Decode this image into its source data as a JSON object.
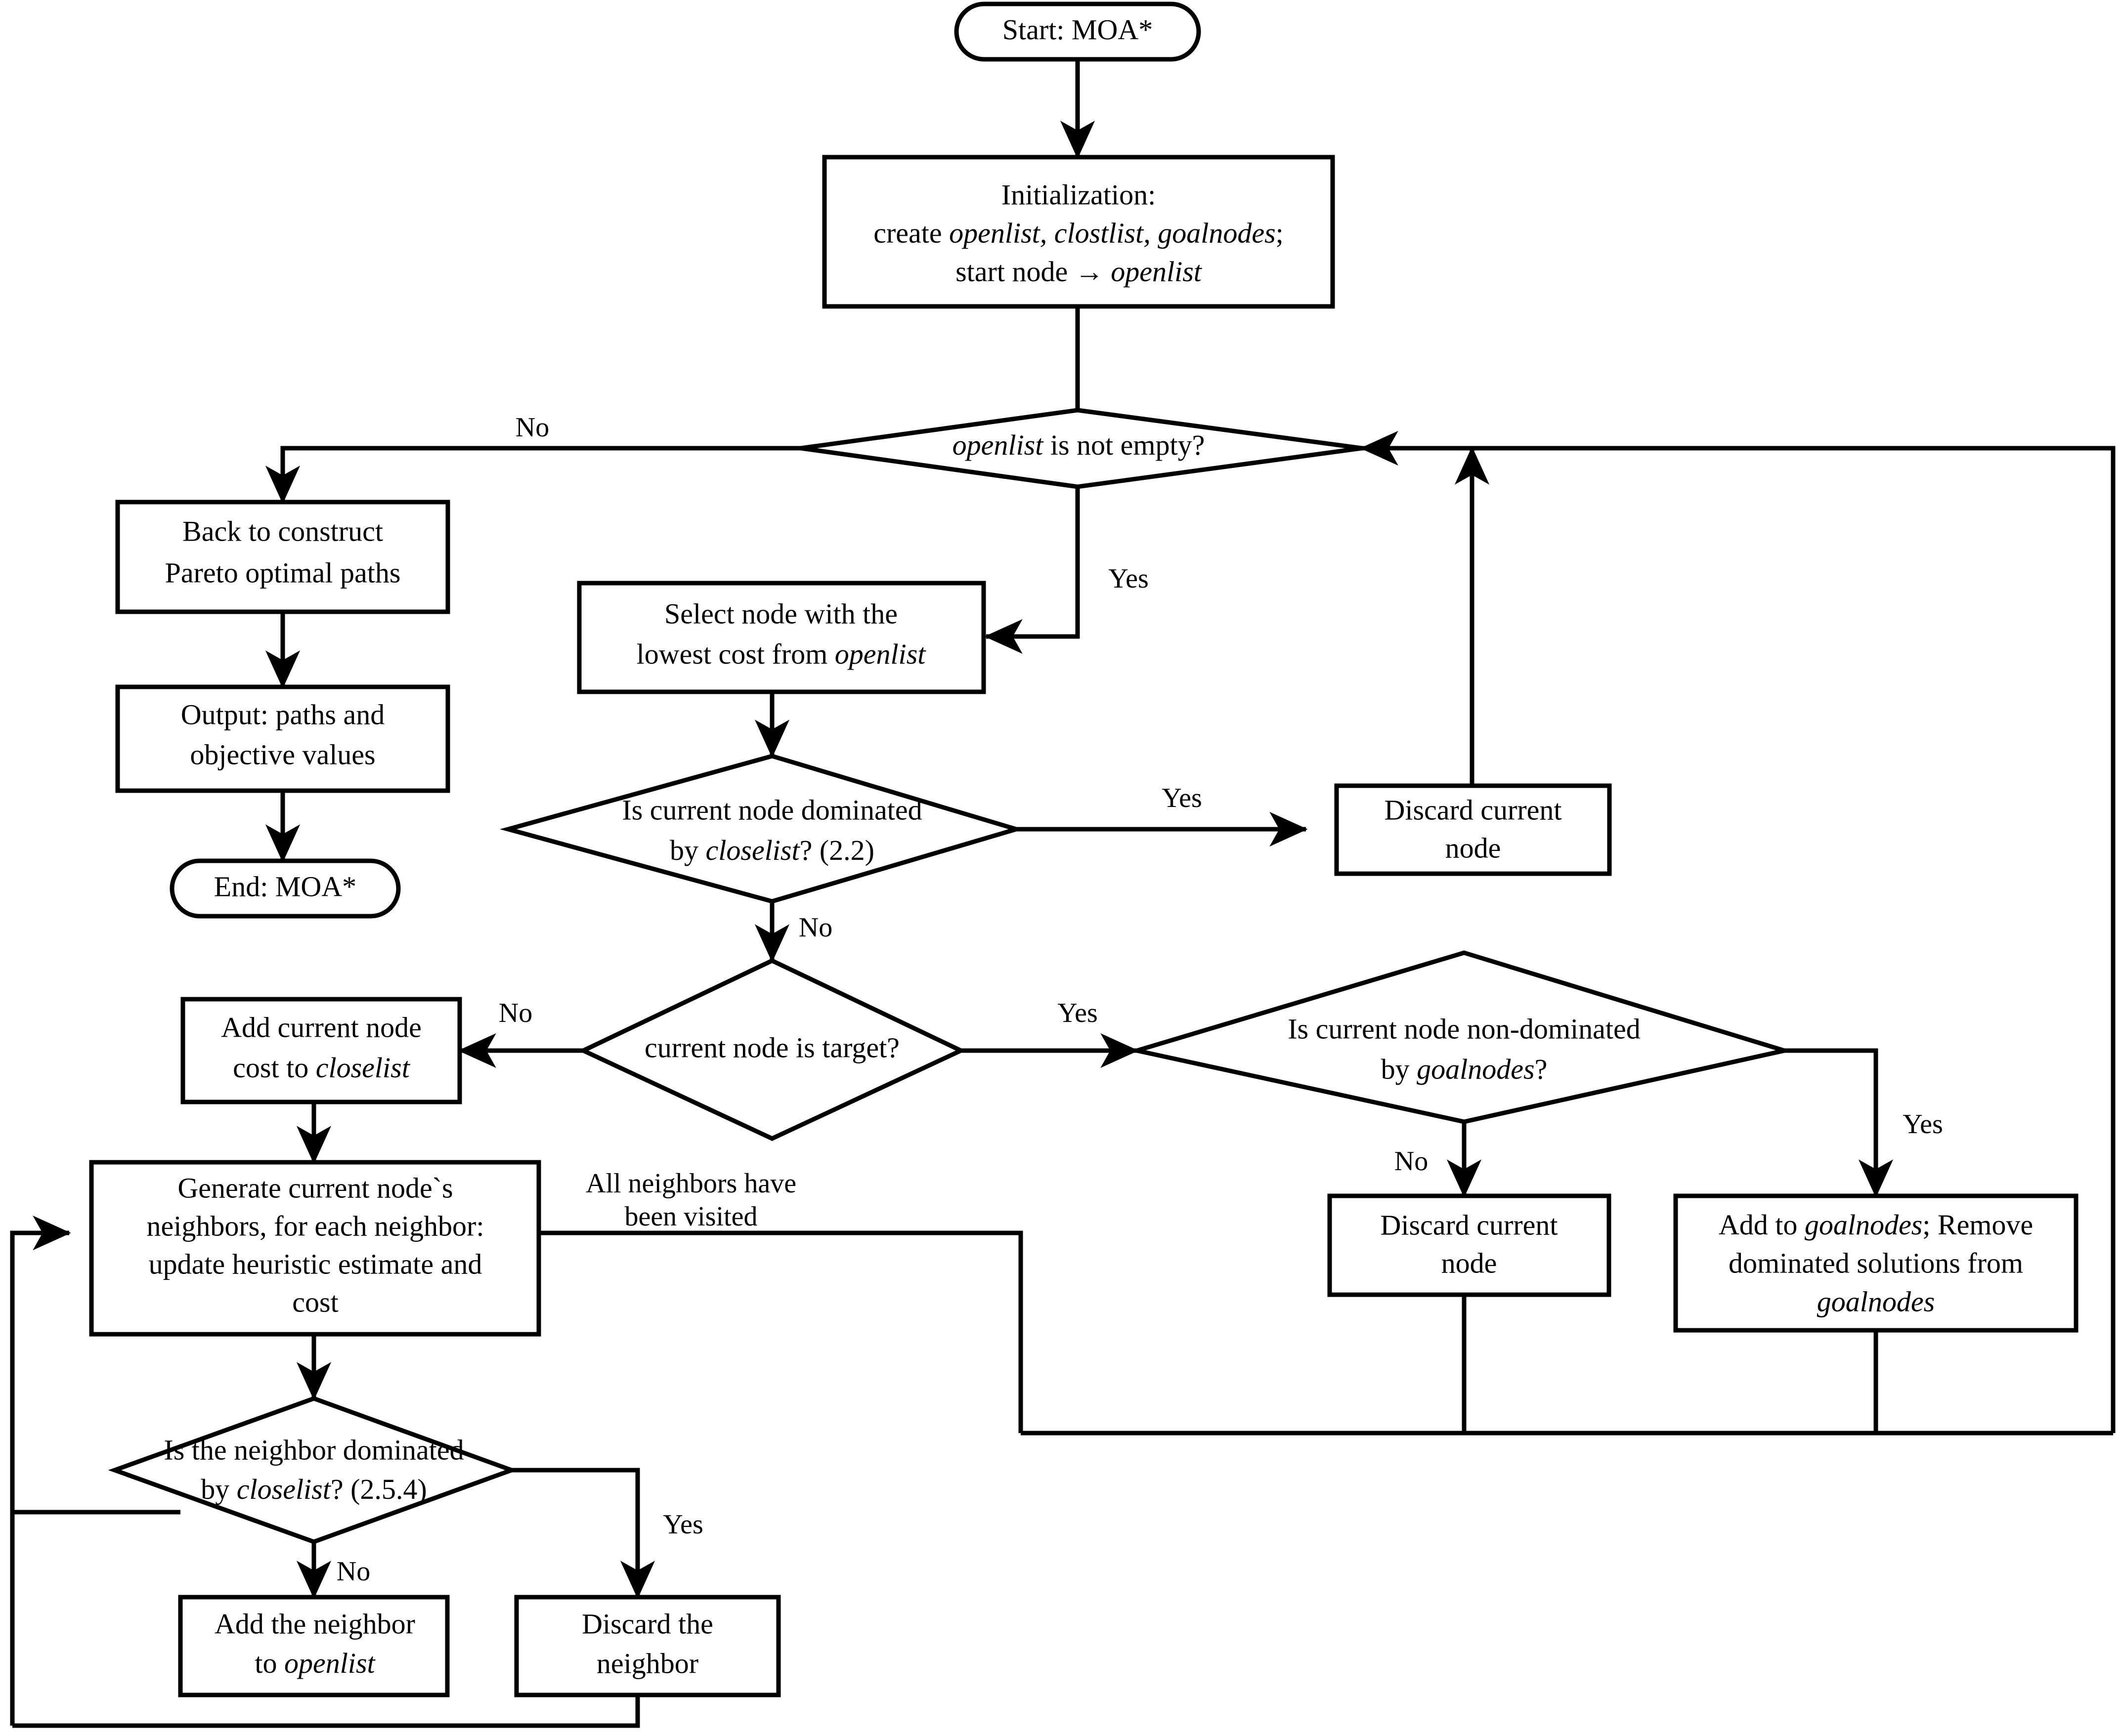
{
  "diagram": {
    "title": "MOA* algorithm flowchart",
    "colors": {
      "stroke": "#000000",
      "fill": "#ffffff",
      "text": "#000000"
    }
  },
  "nodes": {
    "start": {
      "type": "terminator",
      "label": "Start: MOA*"
    },
    "init": {
      "type": "process",
      "line1": "Initialization:",
      "line2_a": "create ",
      "line2_b": "openlist, clostlist, goalnodes",
      "line2_c": ";",
      "line3_a": "start node → ",
      "line3_b": "openlist"
    },
    "openlist_empty": {
      "type": "decision",
      "label_a": "openlist",
      "label_b": " is not  empty?"
    },
    "back_construct": {
      "type": "process",
      "line1": "Back to construct",
      "line2": "Pareto optimal paths"
    },
    "output": {
      "type": "process",
      "line1": "Output: paths and",
      "line2": "objective values"
    },
    "end": {
      "type": "terminator",
      "label": "End: MOA*"
    },
    "select_node": {
      "type": "process",
      "line1": "Select node with the",
      "line2_a": "lowest cost from ",
      "line2_b": "openlist"
    },
    "dominated_closelist": {
      "type": "decision",
      "line1": "Is current node dominated",
      "line2_a": "by ",
      "line2_b": "closelist",
      "line2_c": "? (2.2)"
    },
    "discard_current_top": {
      "type": "process",
      "line1": "Discard current",
      "line2": "node"
    },
    "is_target": {
      "type": "decision",
      "label": "current node is target?"
    },
    "non_dominated_goalnodes": {
      "type": "decision",
      "line1": "Is current node non-dominated",
      "line2_a": "by ",
      "line2_b": "goalnodes",
      "line2_c": "?"
    },
    "add_cost_closelist": {
      "type": "process",
      "line1": "Add current node",
      "line2_a": "cost to ",
      "line2_b": "closelist"
    },
    "discard_current_bottom": {
      "type": "process",
      "line1": "Discard current",
      "line2": "node"
    },
    "add_goalnodes": {
      "type": "process",
      "line1_a": "Add to ",
      "line1_b": "goalnodes",
      "line1_c": "; Remove",
      "line2": "dominated solutions from",
      "line3": "goalnodes"
    },
    "generate_neighbors": {
      "type": "process",
      "line1": "Generate current node`s",
      "line2": "neighbors, for each neighbor:",
      "line3": "update heuristic estimate and",
      "line4": "cost"
    },
    "neighbor_dominated": {
      "type": "decision",
      "line1": "Is the neighbor dominated",
      "line2_a": "by ",
      "line2_b": "closelist",
      "line2_c": "? (2.5.4)"
    },
    "add_neighbor": {
      "type": "process",
      "line1": "Add the neighbor",
      "line2_a": "to ",
      "line2_b": "openlist"
    },
    "discard_neighbor": {
      "type": "process",
      "line1": "Discard the",
      "line2": "neighbor"
    }
  },
  "edge_labels": {
    "openlist_no": "No",
    "openlist_yes": "Yes",
    "dominated_yes": "Yes",
    "dominated_no": "No",
    "target_no": "No",
    "target_yes": "Yes",
    "goalnodes_no": "No",
    "goalnodes_yes": "Yes",
    "all_neighbors_l1": "All neighbors have",
    "all_neighbors_l2": "been visited",
    "neighbor_no": "No",
    "neighbor_yes": "Yes"
  }
}
